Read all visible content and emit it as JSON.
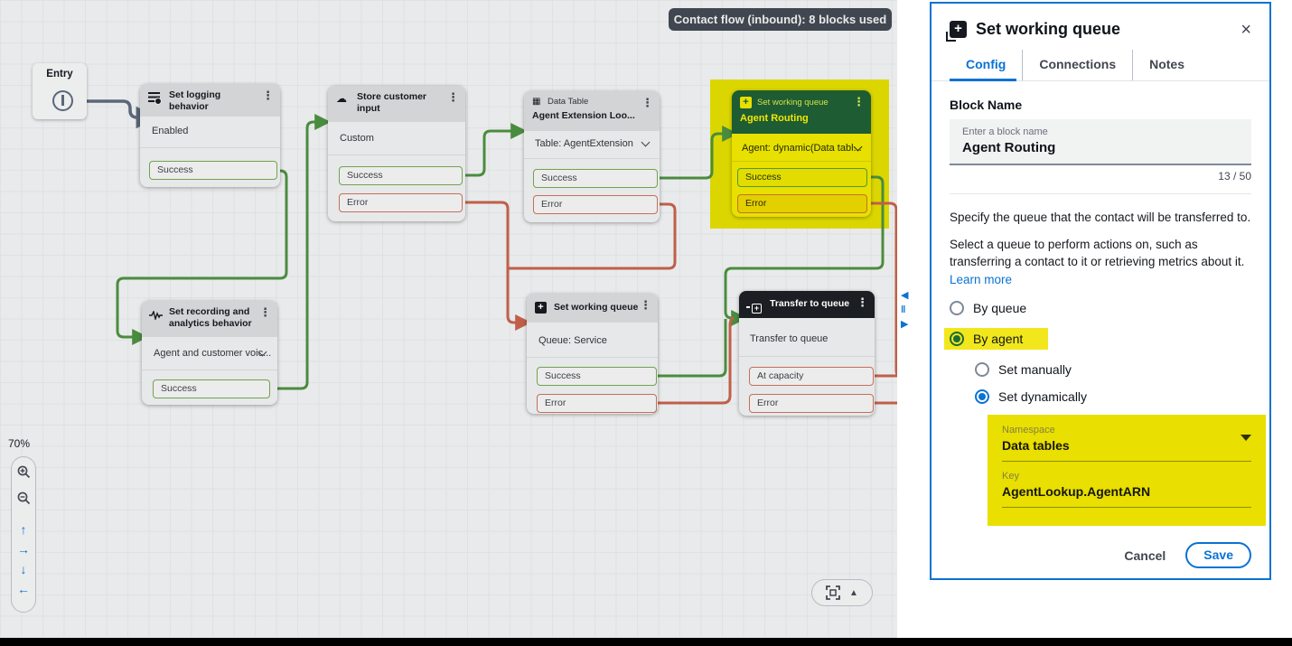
{
  "colors": {
    "accent_blue": "#0972d3",
    "highlight_yellow": "#f2e71c",
    "success_green": "#71a34f",
    "error_red": "#c3705a",
    "connector_green": "#4a8c3f",
    "connector_red": "#c05f49"
  },
  "icons": {
    "kebab": "⋮",
    "close": "×",
    "plus": "+",
    "table": "▦",
    "cloud": "☁",
    "arrow_up": "↑",
    "arrow_right": "→",
    "arrow_down": "↓",
    "arrow_left": "←",
    "collapse_left": "◀",
    "collapse_right": "▶",
    "pause": "‖",
    "triangle_up": "▲"
  },
  "canvas": {
    "badge": "Contact flow (inbound): 8 blocks used",
    "zoom_level": "70%",
    "entry_label": "Entry",
    "blocks": [
      {
        "title": "Set logging behavior",
        "body": "Enabled",
        "ports": [
          {
            "label": "Success"
          }
        ]
      },
      {
        "title": "Store customer input",
        "body": "Custom",
        "ports": [
          {
            "label": "Success"
          },
          {
            "label": "Error"
          }
        ]
      },
      {
        "type_label": "Data Table",
        "title": "Agent Extension Loo...",
        "body": "Table: AgentExtension",
        "ports": [
          {
            "label": "Success"
          },
          {
            "label": "Error"
          }
        ]
      },
      {
        "type_label": "Set working queue",
        "title": "Agent Routing",
        "body": "Agent: dynamic(Data tabl...",
        "ports": [
          {
            "label": "Success"
          },
          {
            "label": "Error"
          }
        ]
      },
      {
        "title": "Set recording and analytics behavior",
        "body": "Agent and customer voic...",
        "ports": [
          {
            "label": "Success"
          }
        ]
      },
      {
        "title": "Set working queue",
        "body": "Queue: Service",
        "ports": [
          {
            "label": "Success"
          },
          {
            "label": "Error"
          }
        ]
      },
      {
        "title": "Transfer to queue",
        "body": "Transfer to queue",
        "ports": [
          {
            "label": "At capacity"
          },
          {
            "label": "Error"
          }
        ]
      }
    ]
  },
  "panel": {
    "title": "Set working queue",
    "tabs": [
      {
        "label": "Config"
      },
      {
        "label": "Connections"
      },
      {
        "label": "Notes"
      }
    ],
    "block_name": {
      "label": "Block Name",
      "placeholder": "Enter a block name",
      "value": "Agent Routing",
      "counter": "13 / 50"
    },
    "description1": "Specify the queue that the contact will be transferred to.",
    "description2": "Select a queue to perform actions on, such as transferring a contact to it or retrieving metrics about it.",
    "learn_more": "Learn more",
    "radios": [
      {
        "label": "By queue"
      },
      {
        "label": "By agent"
      },
      {
        "label": "Set manually"
      },
      {
        "label": "Set dynamically"
      }
    ],
    "namespace_field": {
      "label": "Namespace",
      "value": "Data tables"
    },
    "key_field": {
      "label": "Key",
      "value": "AgentLookup.AgentARN"
    },
    "cancel_label": "Cancel",
    "save_label": "Save"
  }
}
